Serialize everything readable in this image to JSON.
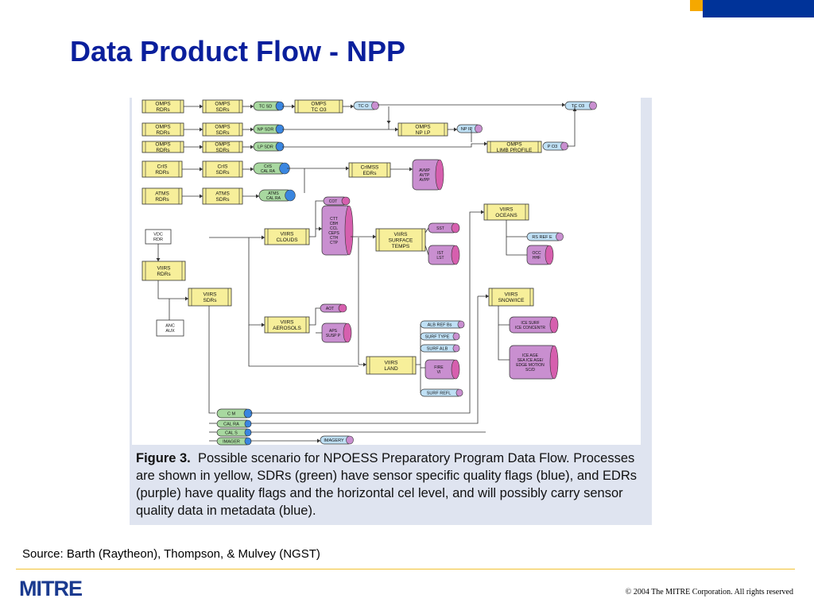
{
  "slide": {
    "title": "Data Product Flow - NPP",
    "source": "Source: Barth (Raytheon), Thompson, & Mulvey (NGST)",
    "copyright": "© 2004 The MITRE Corporation. All rights reserved",
    "logo_text": "MITRE"
  },
  "figure": {
    "caption_label": "Figure 3.",
    "caption_text": "Possible scenario for NPOESS Preparatory Program Data Flow. Processes are shown in yellow, SDRs (green) have sensor specific quality flags (blue), and EDRs (purple) have quality flags and the horizontal cel level, and will possibly carry sensor quality data in metadata (blue).",
    "nodes": {
      "omps_rdr1": [
        "OMPS",
        "RDRs"
      ],
      "omps_sdr1": [
        "OMPS",
        "SDRs"
      ],
      "tc_sdr": [
        "TC SD"
      ],
      "omps_tco3": [
        "OMPS",
        "TC O3"
      ],
      "tc_o3_flag": [
        "TC O"
      ],
      "tc_o3_out": [
        "TC O3"
      ],
      "omps_rdr2": [
        "OMPS",
        "RDRs"
      ],
      "omps_sdr2": [
        "OMPS",
        "SDRs"
      ],
      "np_sdr": [
        "NP SDR"
      ],
      "omps_npip": [
        "OMPS",
        "NP I.P"
      ],
      "np_ip": [
        "NP IP"
      ],
      "omps_rdr3": [
        "OMPS",
        "RDRs"
      ],
      "omps_sdr3": [
        "OMPS",
        "SDRs"
      ],
      "lp_sdr": [
        "LP SDR"
      ],
      "omps_limb": [
        "OMPS",
        "LIMB PROFILE"
      ],
      "p_o3": [
        "P O3"
      ],
      "cris_rdr": [
        "CrIS",
        "RDRs"
      ],
      "cris_sdr": [
        "CrIS",
        "SDRs"
      ],
      "cris_cal": [
        "CrIS",
        "CAL RA"
      ],
      "crimss_edr": [
        "CrIMSS",
        "EDRs"
      ],
      "avmp": [
        "AVMP",
        "AVTP",
        "AVPP"
      ],
      "atms_rdr": [
        "ATMS",
        "RDRs"
      ],
      "atms_sdr": [
        "ATMS",
        "SDRs"
      ],
      "atms_cal": [
        "ATMS",
        "CAL RA"
      ],
      "cot": [
        "COT"
      ],
      "cloud_edrs": [
        "CTT",
        "CBH",
        "CCL",
        "CEPS",
        "CTH",
        "CTP"
      ],
      "viirs_clouds": [
        "VIIRS",
        "CLOUDS"
      ],
      "viirs_surface": [
        "VIIRS",
        "SURFACE",
        "TEMPS"
      ],
      "sst": [
        "SST"
      ],
      "ist_lst": [
        "IST",
        "LST"
      ],
      "viirs_oceans": [
        "VIIRS",
        "OCEANS"
      ],
      "rs_ref": [
        "RS REF E"
      ],
      "occ": [
        "OCC",
        "HHF"
      ],
      "vdc_rdr": [
        "VDC",
        "RDR"
      ],
      "viirs_rdr": [
        "VIIRS",
        "RDRs"
      ],
      "viirs_sdr": [
        "VIIRS",
        "SDRs"
      ],
      "anc_aux": [
        "ANC",
        "AUX"
      ],
      "viirs_aerosols": [
        "VIIRS",
        "AEROSOLS"
      ],
      "aot": [
        "AOT"
      ],
      "aps": [
        "APS",
        "SUSP P"
      ],
      "viirs_snowice": [
        "VIIRS",
        "SNOW/ICE"
      ],
      "ice_surface": [
        "ICE SURF",
        "ICE CONCENTR"
      ],
      "sea_ice": [
        "ICE AGE",
        "SEA ICE AGE/",
        "EDGE MOTION",
        "SC/D"
      ],
      "alb_ref": [
        "ALB REF Bs"
      ],
      "surf_type": [
        "SURF TYPE"
      ],
      "surf_alb": [
        "SURF ALB"
      ],
      "viirs_land": [
        "VIIRS",
        "LAND"
      ],
      "fire_vi": [
        "FIRE",
        "VI"
      ],
      "surf_refl": [
        "SURF REFL"
      ],
      "cm": [
        "C M"
      ],
      "cal_ra": [
        "CAL RA"
      ],
      "cal_s": [
        "CAL S"
      ],
      "imager": [
        "IMAGER"
      ],
      "imagery": [
        "IMAGERY"
      ]
    }
  }
}
